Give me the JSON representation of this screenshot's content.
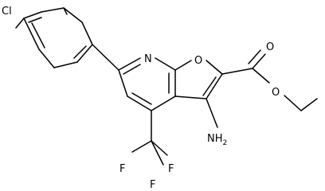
{
  "molecule": {
    "atoms": {
      "cl": "Cl",
      "n": "N",
      "o_ring": "O",
      "o_carbonyl": "O",
      "o_ester": "O",
      "nh2": "NH",
      "nh2_sub": "2",
      "f1": "F",
      "f2": "F",
      "f3": "F"
    }
  }
}
